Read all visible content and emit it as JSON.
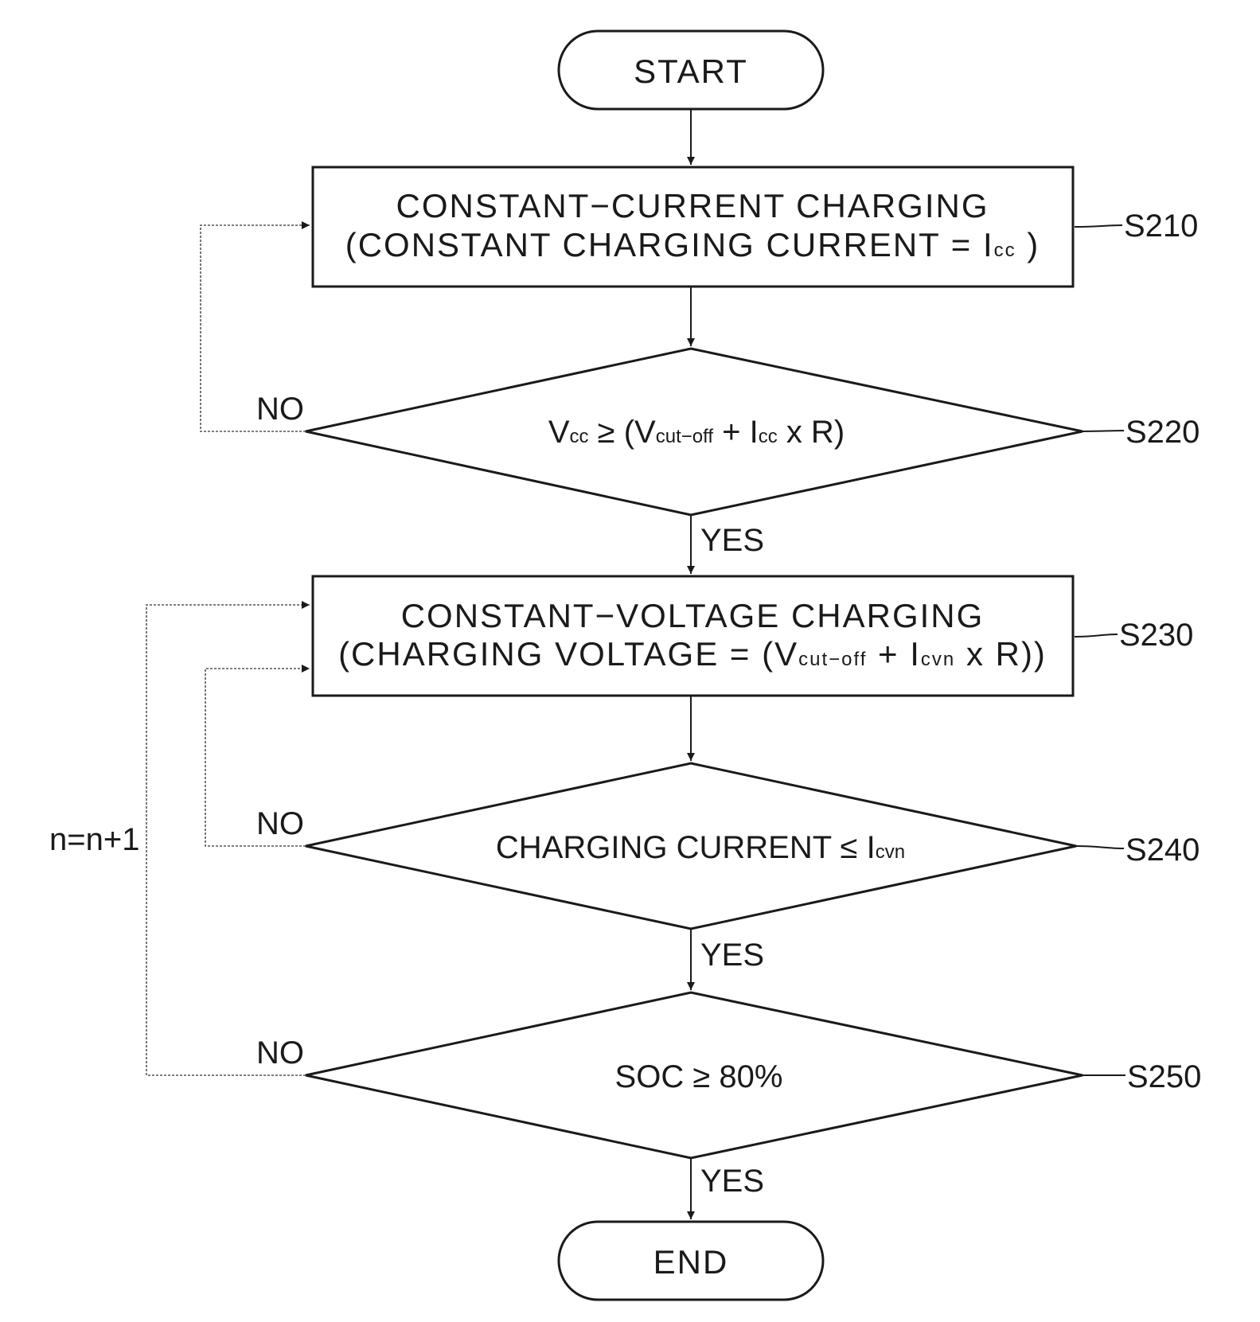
{
  "start": {
    "label": "START"
  },
  "end": {
    "label": "END"
  },
  "s210": {
    "step": "S210",
    "line1": "CONSTANT−CURRENT CHARGING",
    "line2_prefix": "(CONSTANT CHARGING CURRENT = I",
    "line2_sub": "cc",
    "line2_suffix": " )"
  },
  "s220": {
    "step": "S220",
    "v": "V",
    "v_sub": "cc",
    "mid": " ≥ (V",
    "cut_sub": "cut−off",
    "plus": " + I",
    "i_sub": "cc",
    "tail": " x R)"
  },
  "s230": {
    "step": "S230",
    "line1": "CONSTANT−VOLTAGE CHARGING",
    "line2_prefix": "(CHARGING VOLTAGE =  (V",
    "cut_sub": "cut−off",
    "plus": " + I",
    "i_sub": "cvn",
    "tail": " x R))"
  },
  "s240": {
    "step": "S240",
    "text": "CHARGING CURRENT ≤  I",
    "i_sub": "cvn"
  },
  "s250": {
    "step": "S250",
    "text": "SOC ≥ 80%"
  },
  "branches": {
    "no": "NO",
    "yes": "YES",
    "loop_label": "n=n+1"
  },
  "colors": {
    "stroke": "#1a1a1a",
    "dotted": "#555555",
    "background": "#ffffff"
  }
}
